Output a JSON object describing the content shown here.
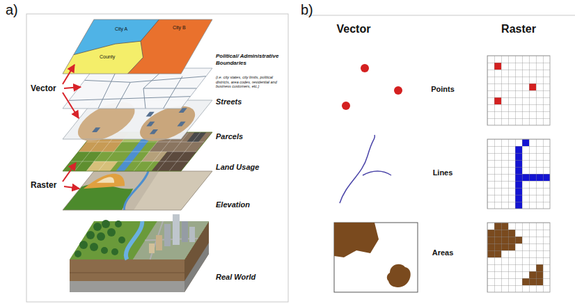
{
  "diagram": {
    "labels": [
      "a)",
      "b)",
      "City A",
      "City B",
      "County",
      "Political/ Administrative Boundaries",
      "(i.e. city states, city limits, political districts, area codes, residential and business customers, etc.)",
      "Streets",
      "Parcels",
      "Land Usage",
      "Elevation",
      "Real World",
      "Vector",
      "Raster",
      "Vector",
      "Raster",
      "Points",
      "Lines",
      "Areas"
    ]
  }
}
